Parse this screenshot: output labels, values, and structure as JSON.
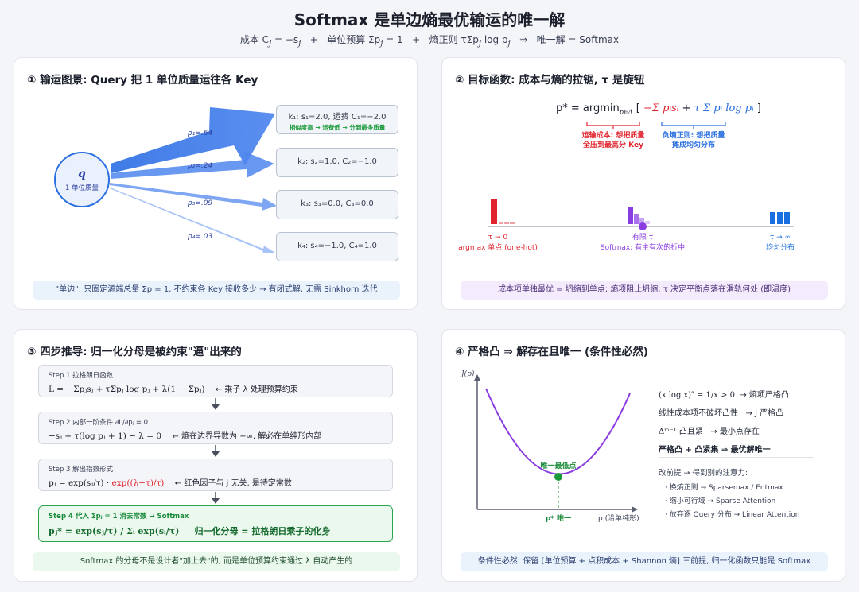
{
  "header": {
    "title": "Softmax 是单边熵最优输运的唯一解",
    "subtitle_cost": "成本 C",
    "subtitle_cost_eq": " = −s",
    "subtitle_budget": "单位预算 Σp",
    "subtitle_budget_eq": " = 1",
    "subtitle_entropy": "熵正则 τΣp",
    "subtitle_entropy_log": " log p",
    "subtitle_result": "唯一解 = Softmax"
  },
  "panel1": {
    "title": "① 输运图景: Query 把 1 单位质量运往各 Key",
    "query_symbol": "q",
    "query_label": "1 单位质量",
    "flows": [
      {
        "label": "p₁=.64",
        "value": 0.64
      },
      {
        "label": "p₂=.24",
        "value": 0.24
      },
      {
        "label": "p₃=.09",
        "value": 0.09
      },
      {
        "label": "p₄=.03",
        "value": 0.03
      }
    ],
    "keys": [
      {
        "text": "k₁: s₁=2.0, 运费 C₁=−2.0",
        "note": "相似度高 → 运费低 → 分到最多质量"
      },
      {
        "text": "k₂: s₂=1.0, C₂=−1.0"
      },
      {
        "text": "k₃: s₃=0.0, C₃=0.0"
      },
      {
        "text": "k₄: s₄=−1.0, C₄=1.0"
      }
    ],
    "footer": "\"单边\": 只固定源端总量 Σp = 1, 不约束各 Key 接收多少 → 有闭式解, 无需 Sinkhorn 迭代"
  },
  "panel2": {
    "title": "② 目标函数: 成本与熵的拉锯, τ 是旋钮",
    "formula_lhs": "p* = argmin",
    "formula_sub": "p∈Δ",
    "formula_open": " [ ",
    "formula_cost": "−Σ pᵢsᵢ",
    "formula_plus": " + ",
    "formula_entropy": "τ Σ pᵢ log pᵢ",
    "formula_close": " ]",
    "cost_note_1": "运输成本: 想把质量",
    "cost_note_2": "全压到最高分 Key",
    "entropy_note_1": "负熵正则: 想把质量",
    "entropy_note_2": "摊成均匀分布",
    "left_label": "τ → 0",
    "left_desc": "argmax 单点 (one-hot)",
    "mid_label": "有限 τ",
    "mid_desc": "Softmax: 有主有次的折中",
    "right_label": "τ → ∞",
    "right_desc": "均匀分布",
    "colors": {
      "cost": "#e0252f",
      "entropy": "#2a6fe0",
      "mid": "#8a3de0"
    },
    "footer": "成本项单独最优 = 坍缩到单点; 熵项阻止坍缩; τ 决定平衡点落在滑轨何处 (即温度)"
  },
  "panel3": {
    "title": "③ 四步推导: 归一化分母是被约束\"逼\"出来的",
    "steps": [
      {
        "label": "Step 1 拉格朗日函数",
        "formula": "L = −Σpⱼsⱼ + τΣpⱼ log pⱼ + λ(1 − Σpⱼ)",
        "note": "← 乘子 λ 处理预算约束"
      },
      {
        "label": "Step 2 内部一阶条件 ∂L/∂pⱼ = 0",
        "formula": "−sⱼ + τ(log pⱼ + 1) − λ = 0",
        "note": "← 熵在边界导数为 −∞, 解必在单纯形内部"
      },
      {
        "label": "Step 3 解出指数形式",
        "formula": "pⱼ = exp(sⱼ/τ) · ",
        "formula_red": "exp((λ−τ)/τ)",
        "note": "← 红色因子与 j 无关, 是待定常数"
      },
      {
        "label": "Step 4 代入 Σpⱼ = 1 消去常数 → Softmax",
        "formula": "pⱼ* = exp(sⱼ/τ) / Σᵢ exp(sᵢ/τ)",
        "note": "归一化分母 = 拉格朗日乘子的化身"
      }
    ],
    "footer": "Softmax 的分母不是设计者\"加上去\"的, 而是单位预算约束通过 λ 自动产生的"
  },
  "panel4": {
    "title": "④ 严格凸 ⇒ 解存在且唯一 (条件性必然)",
    "y_axis_label": "J(p)",
    "x_axis_label": "p (沿单纯形)",
    "min_label": "唯一最低点",
    "pstar_label": "p* 唯一",
    "facts": [
      {
        "text": "(x log x)″ = 1/x > 0",
        "tail": "→ 熵项严格凸"
      },
      {
        "text": "线性成本项不破坏凸性",
        "tail": "→ J 严格凸"
      },
      {
        "text": "Δᵐ⁻¹ 凸且紧",
        "tail": "→ 最小点存在"
      }
    ],
    "conclusion": "严格凸 + 凸紧集 ⇒ 最优解唯一",
    "change_title": "改前提 → 得到别的注意力:",
    "changes": [
      "· 换熵正则 → Sparsemax / Entmax",
      "· 缩小可行域 → Sparse Attention",
      "· 放弃逐 Query 分布 → Linear Attention"
    ],
    "footer": "条件性必然: 保留 [单位预算 + 点积成本 + Shannon 熵] 三前提, 归一化函数只能是 Softmax"
  }
}
